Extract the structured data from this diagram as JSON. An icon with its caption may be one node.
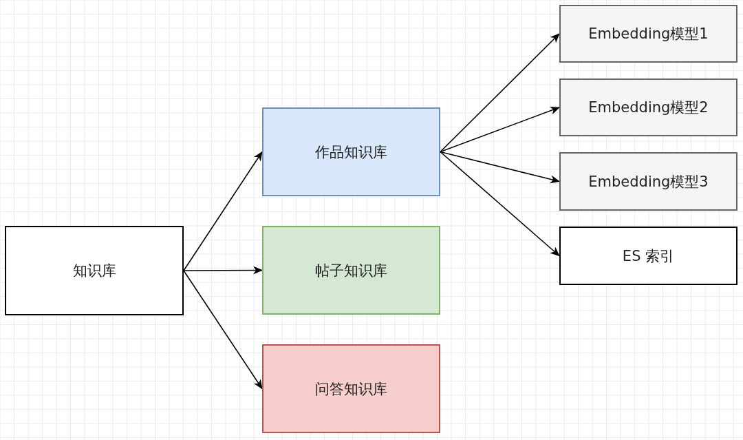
{
  "diagram": {
    "nodes": [
      {
        "text": [
          "知识库"
        ]
      },
      {
        "text": [
          "作品知识库"
        ]
      },
      {
        "text": [
          "帖子知识库"
        ]
      },
      {
        "text": [
          "问答知识库"
        ]
      },
      {
        "text": [
          "Embedding模型1"
        ]
      },
      {
        "text": [
          "Embedding模型2"
        ]
      },
      {
        "text": [
          "Embedding模型3"
        ]
      },
      {
        "text": [
          "ES 索引"
        ]
      }
    ],
    "edges": [
      {
        "from": 0,
        "to": 1,
        "arrow": "to"
      },
      {
        "from": 0,
        "to": 2,
        "arrow": "to"
      },
      {
        "from": 0,
        "to": 3,
        "arrow": "to"
      },
      {
        "from": 1,
        "to": 4,
        "arrow": "to"
      },
      {
        "from": 1,
        "to": 5,
        "arrow": "to"
      },
      {
        "from": 1,
        "to": 6,
        "arrow": "to"
      },
      {
        "from": 1,
        "to": 7,
        "arrow": "to"
      }
    ]
  }
}
